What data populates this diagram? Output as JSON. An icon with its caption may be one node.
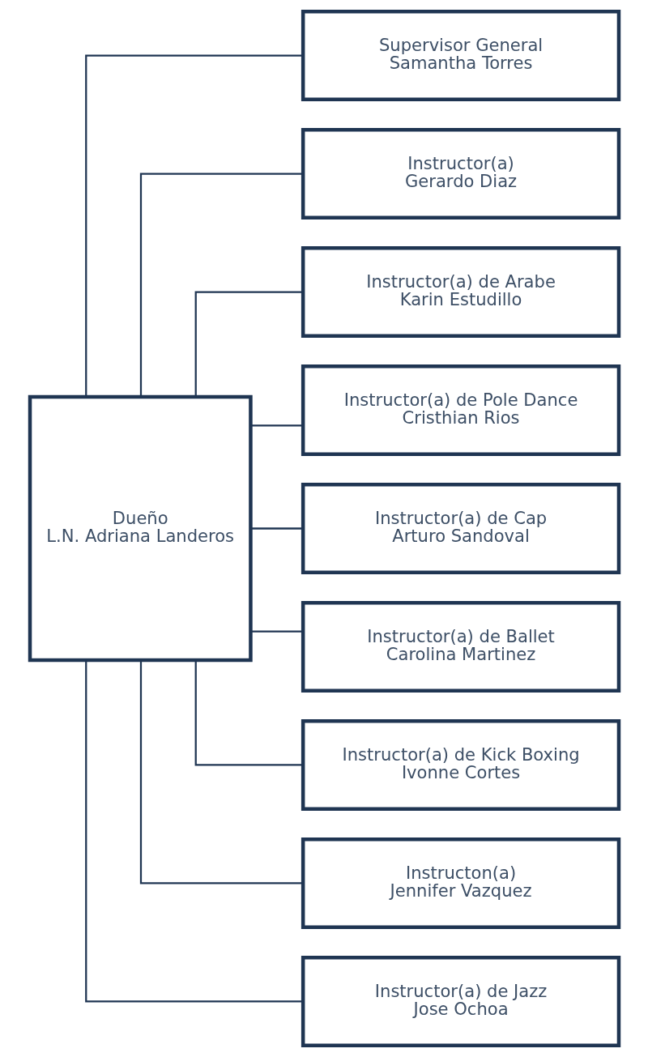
{
  "diagram": {
    "nodes": [
      {
        "text": [
          "Dueño",
          "L.N. Adriana Landeros"
        ]
      },
      {
        "text": [
          "Supervisor General",
          "Samantha Torres"
        ]
      },
      {
        "text": [
          "Instructor(a)",
          "Gerardo Diaz"
        ]
      },
      {
        "text": [
          "Instructor(a) de Arabe",
          "Karin Estudillo"
        ]
      },
      {
        "text": [
          "Instructor(a) de Pole Dance",
          "Cristhian Rios"
        ]
      },
      {
        "text": [
          "Instructor(a) de Cap",
          "Arturo Sandoval"
        ]
      },
      {
        "text": [
          "Instructor(a) de Ballet",
          "Carolina Martinez"
        ]
      },
      {
        "text": [
          "Instructor(a) de Kick Boxing",
          "Ivonne Cortes"
        ]
      },
      {
        "text": [
          "Instructon(a)",
          "Jennifer Vazquez"
        ]
      },
      {
        "text": [
          "Instructor(a) de Jazz",
          "Jose Ochoa"
        ]
      }
    ],
    "edges": [
      {
        "from": 0,
        "to": 1,
        "arrow": "none"
      },
      {
        "from": 0,
        "to": 2,
        "arrow": "none"
      },
      {
        "from": 0,
        "to": 3,
        "arrow": "none"
      },
      {
        "from": 0,
        "to": 4,
        "arrow": "none"
      },
      {
        "from": 0,
        "to": 5,
        "arrow": "none"
      },
      {
        "from": 0,
        "to": 6,
        "arrow": "none"
      },
      {
        "from": 0,
        "to": 7,
        "arrow": "none"
      },
      {
        "from": 0,
        "to": 8,
        "arrow": "none"
      },
      {
        "from": 0,
        "to": 9,
        "arrow": "none"
      }
    ]
  }
}
